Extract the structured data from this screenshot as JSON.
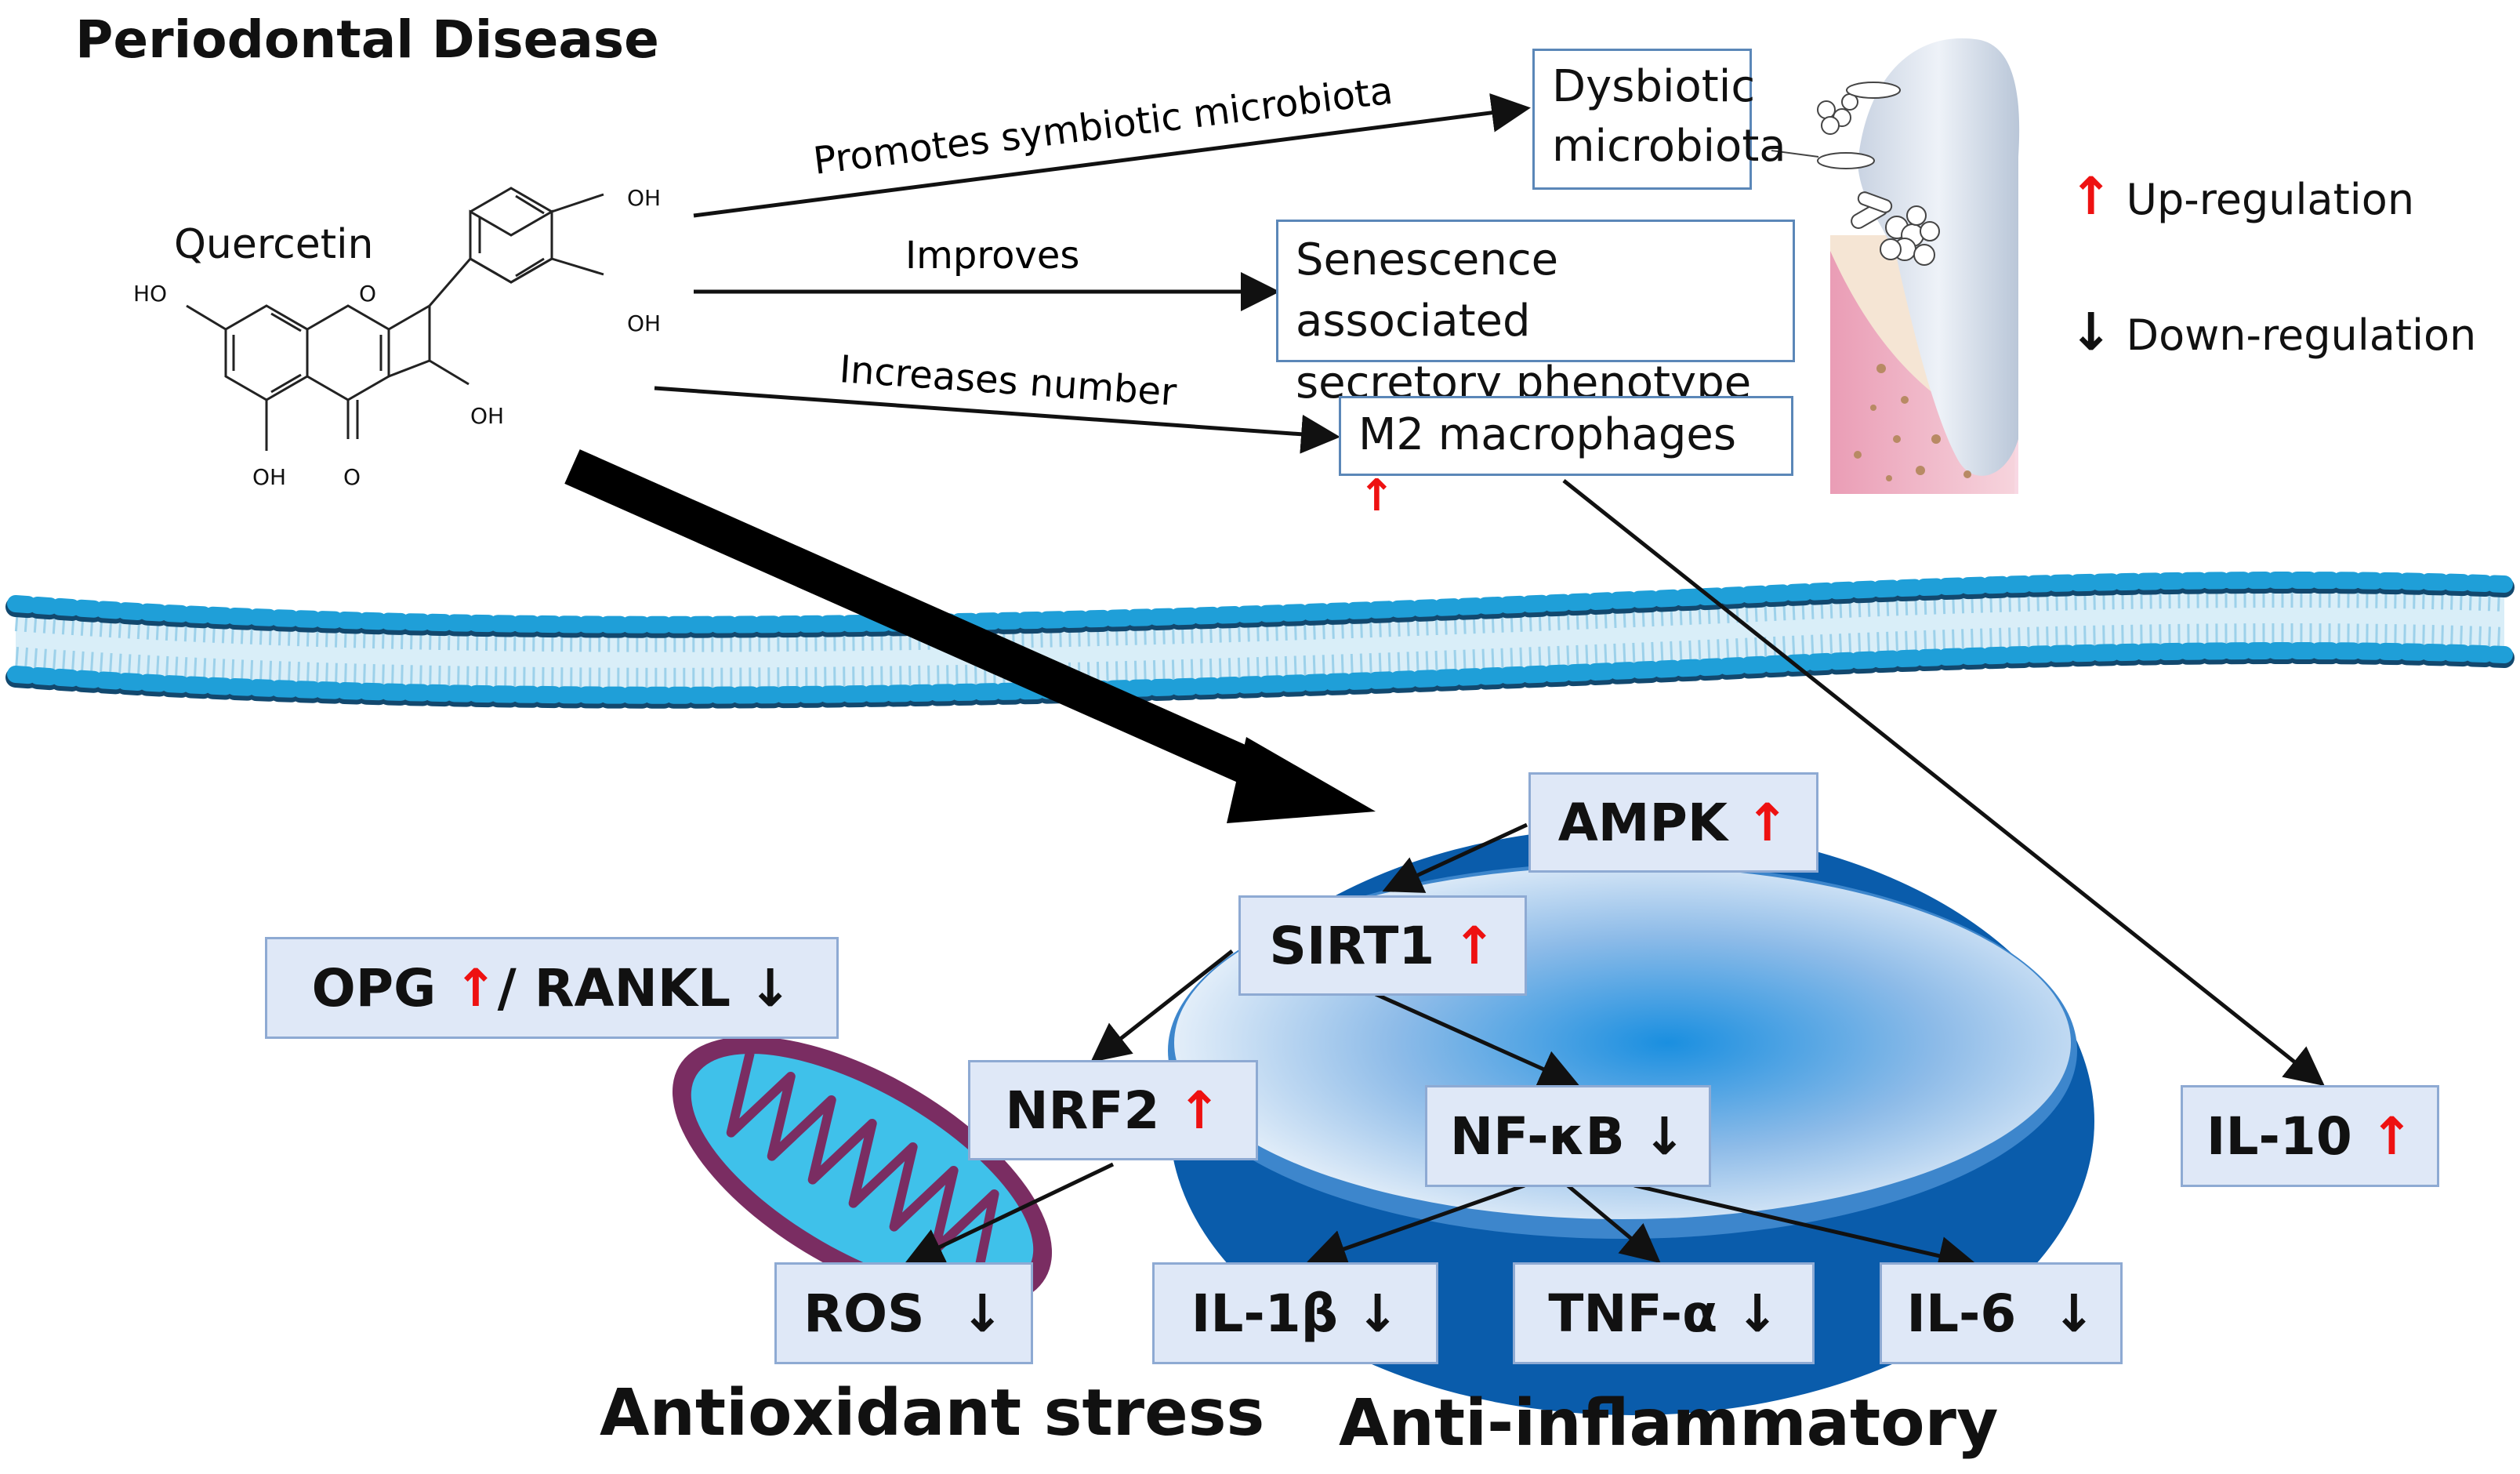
{
  "title": "Periodontal Disease",
  "quercetin_label": "Quercetin",
  "chem_labels": {
    "oh": "OH",
    "ho": "HO",
    "o": "O"
  },
  "arrow_labels": {
    "promotes": "Promotes symbiotic microbiota",
    "improves": "Improves",
    "increases": "Increases number"
  },
  "top_boxes": {
    "dysbiotic_line1": "Dysbiotic",
    "dysbiotic_line2": "microbiota",
    "senescence_line1": "Senescence associated",
    "senescence_line2": "secretory phenotype",
    "m2": "M2 macrophages"
  },
  "legend": {
    "up": "Up-regulation",
    "down": "Down-regulation"
  },
  "nodes": {
    "ampk": "AMPK",
    "sirt1": "SIRT1",
    "opg": "OPG",
    "rankl": "/ RANKL",
    "nrf2": "NRF2",
    "nfkb": "NF-κB",
    "il10": "IL-10",
    "ros": "ROS",
    "il1b": "IL-1β",
    "tnfa": "TNF-α",
    "il6": "IL-6"
  },
  "glyphs": {
    "up_arrow": "↑",
    "down_arrow": "↓"
  },
  "footer": {
    "antioxidant": "Antioxidant stress",
    "antiinflammatory": "Anti-inflammatory"
  },
  "colors": {
    "up": "#ee1111",
    "down": "#111111",
    "box_fill": "#dfe8f7",
    "box_border": "#8eaad3",
    "top_box_border": "#5b87b8",
    "membrane_head": "#1f9fd8",
    "membrane_tail": "#a7d3ea",
    "nucleus_dark": "#0a5cab",
    "mito_outer": "#7a2d62",
    "mito_inner": "#3fc1ea"
  }
}
